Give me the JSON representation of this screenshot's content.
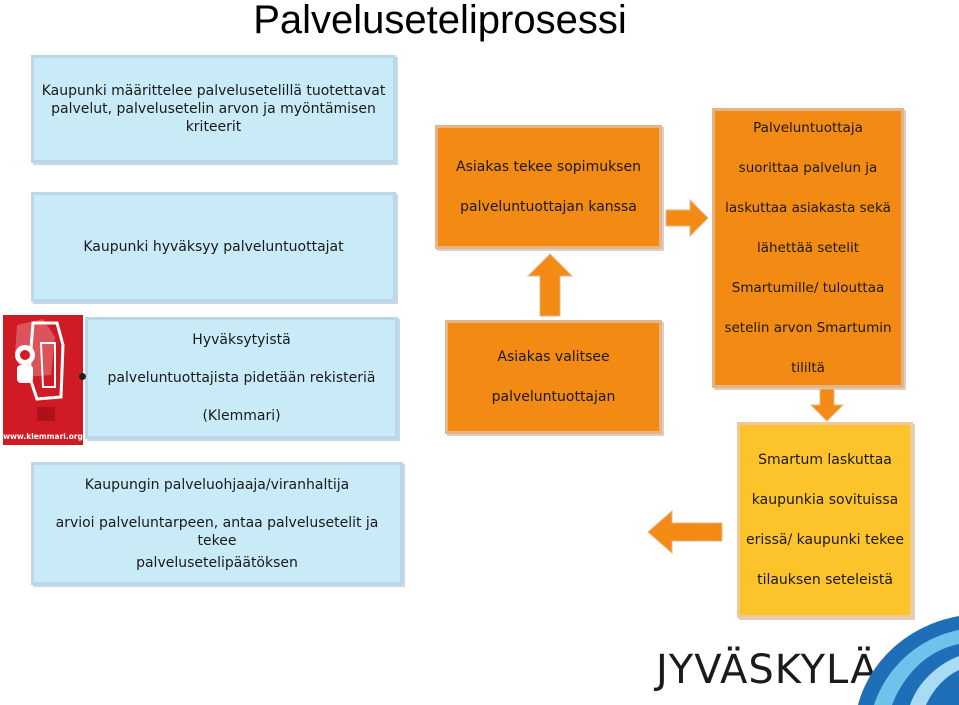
{
  "title": "Palveluseteliprosessi",
  "boxes": {
    "b1": {
      "lines": [
        "Kaupunki  määrittelee  palvelusetelillä  tuotettavat",
        "palvelut, palvelusetelin  arvon  ja  myöntämisen",
        "kriteerit"
      ]
    },
    "b2": {
      "lines": [
        "Kaupunki hyväksyy  palveluntuottajat"
      ]
    },
    "b3": {
      "lines": [
        "Hyväksytyistä",
        "palveluntuottajista pidetään rekisteriä",
        "(Klemmari)"
      ]
    },
    "b4": {
      "lines": [
        "Kaupungin  palveluohjaaja/viranhaltija",
        "arvioi palveluntarpeen, antaa palvelusetelit ja  tekee",
        "palvelusetelipäätöksen"
      ]
    },
    "o1": {
      "lines": [
        "Asiakas  tekee  sopimuksen",
        "palveluntuottajan  kanssa"
      ]
    },
    "o2": {
      "lines": [
        "Asiakas  valitsee",
        "palveluntuottajan"
      ]
    },
    "o3": {
      "lines": [
        "Palveluntuottaja",
        "suorittaa  palvelun  ja",
        "laskuttaa asiakasta sekä",
        "lähettää setelit",
        "Smartumille/ tulouttaa",
        "setelin arvon Smartumin",
        "tililtä"
      ]
    },
    "y1": {
      "lines": [
        "Smartum laskuttaa",
        "kaupunkia  sovituissa",
        "erissä/ kaupunki tekee",
        "tilauksen seteleistä"
      ]
    }
  },
  "klemmari": {
    "url_text": "www.klemmari.org"
  },
  "logo": {
    "text": "JYVÄSKYLÄ"
  },
  "colors": {
    "blue_fill": "#c8ebf7",
    "orange_fill": "#f28a14",
    "yellow_fill": "#fcc32a",
    "arrow": "#f28a14"
  }
}
